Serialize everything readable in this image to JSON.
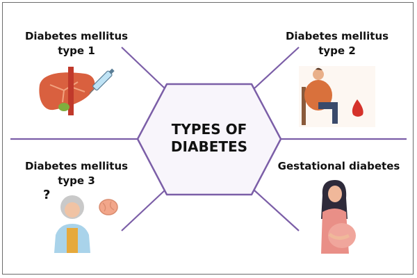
{
  "center": {
    "line1": "TYPES OF",
    "line2": "DIABETES"
  },
  "types": [
    {
      "line1": "Diabetes mellitus",
      "line2": "type 1",
      "icon": "liver-syringe-icon"
    },
    {
      "line1": "Diabetes mellitus",
      "line2": "type 2",
      "icon": "obese-person-blood-drop-icon"
    },
    {
      "line1": "Diabetes mellitus",
      "line2": "type 3",
      "icon": "elderly-person-brain-icon"
    },
    {
      "line1": "Gestational diabetes",
      "icon": "pregnant-woman-icon"
    }
  ],
  "colors": {
    "accent": "#7b5ea7",
    "hex_fill": "#f8f5fb",
    "question_mark": "?"
  }
}
